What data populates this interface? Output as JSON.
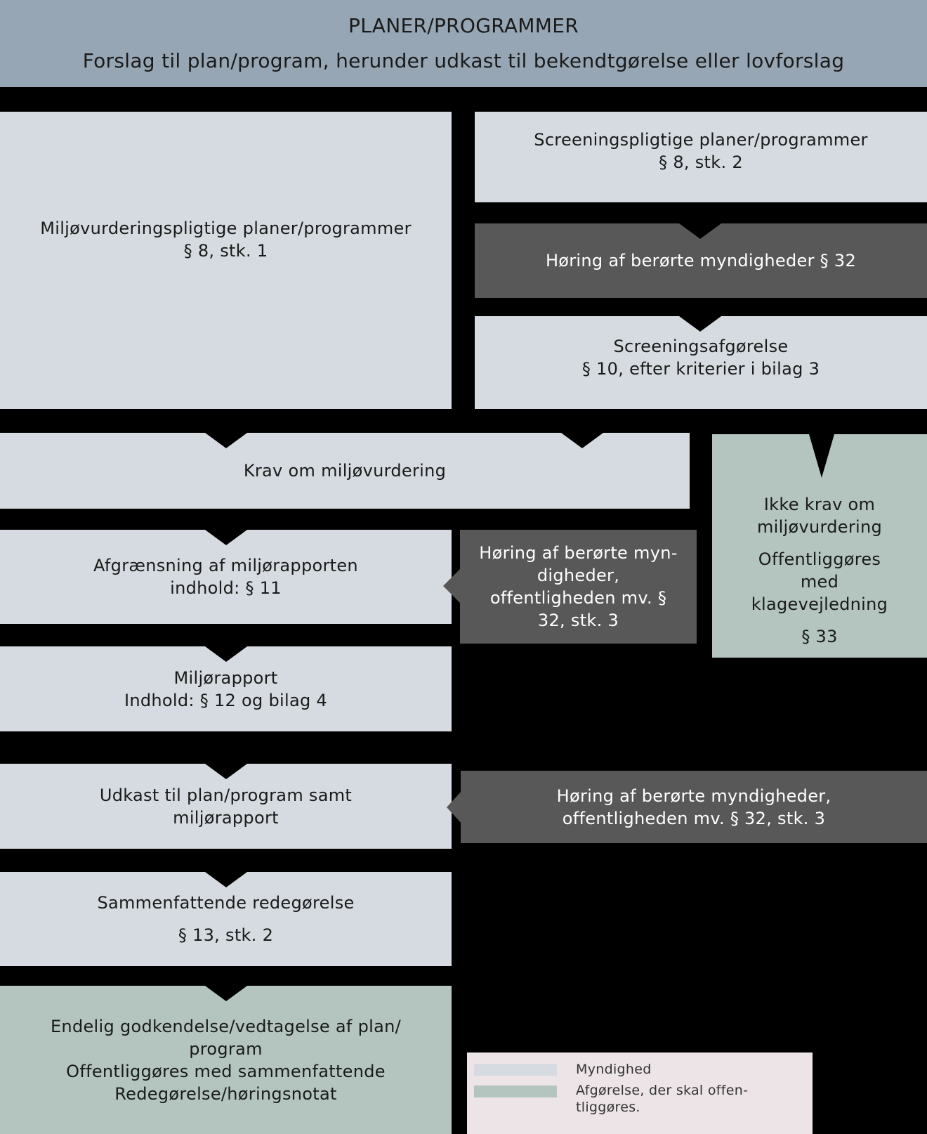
{
  "header": {
    "title": "PLANER/PROGRAMMER",
    "subtitle": "Forslag til plan/program, herunder udkast til bekendtgørelse eller lovforslag"
  },
  "nodes": {
    "env_required_plans": [
      "Miljøvurderingspligtige  planer/programmer",
      "§ 8, stk. 1"
    ],
    "screening_plans": [
      "Screeningspligtige planer/programmer",
      "§ 8, stk. 2"
    ],
    "hearing_authorities": [
      "Høring af berørte myndigheder § 32"
    ],
    "screening_decision": [
      "Screeningsafgørelse",
      "§ 10, efter kriterier i bilag 3"
    ],
    "requirement": [
      "Krav om miljøvurdering"
    ],
    "no_requirement": {
      "lines_1": [
        "Ikke krav om",
        "miljøvurdering"
      ],
      "lines_2": [
        "Offentliggøres",
        "med",
        "klagevejledning"
      ],
      "lines_3": [
        "§ 33"
      ]
    },
    "scoping": [
      "Afgrænsning af miljørapporten",
      "indhold: § 11"
    ],
    "hearing_scoping": [
      "Høring af berørte myn-",
      "digheder,",
      "offentligheden mv. §",
      "32, stk. 3"
    ],
    "report": [
      "Miljørapport",
      "Indhold: § 12 og bilag 4"
    ],
    "draft": [
      "Udkast til plan/program samt",
      "miljørapport"
    ],
    "hearing_draft": [
      "Høring af berørte myndigheder,",
      "offentligheden mv. § 32, stk. 3"
    ],
    "summary": {
      "lines_1": [
        "Sammenfattende redegørelse"
      ],
      "lines_2": [
        "§ 13, stk. 2"
      ]
    },
    "final": [
      "Endelig godkendelse/vedtagelse af plan/",
      "program",
      "Offentliggøres med sammenfattende",
      "Redegørelse/høringsnotat"
    ]
  },
  "legend": {
    "items": [
      {
        "label": "Myndighed",
        "color": "#d5dbe0"
      },
      {
        "label_lines": [
          "Afgørelse, der skal offen-",
          "tliggøres."
        ],
        "color": "#b3c5be"
      }
    ]
  },
  "colors": {
    "background": "#000000",
    "header": "#97a6b4",
    "authority": "#d5dbe0",
    "hearing": "#585858",
    "publish": "#b3c5be",
    "legend_bg": "#ece4e6"
  }
}
